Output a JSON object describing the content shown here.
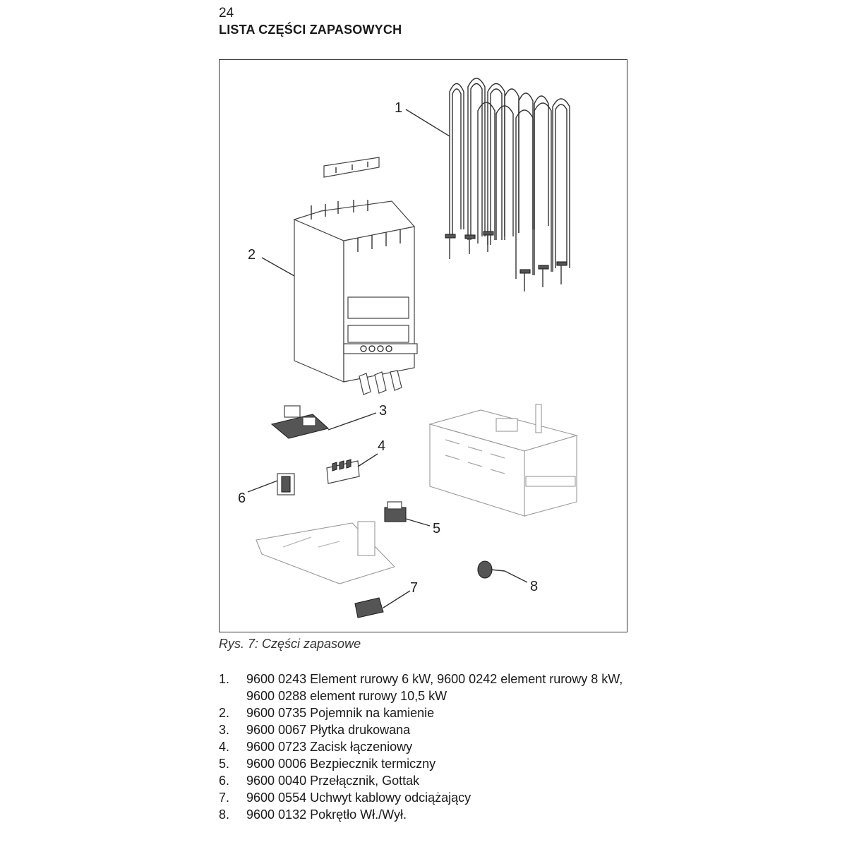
{
  "page": {
    "number": "24",
    "title": "LISTA CZĘŚCI ZAPASOWYCH"
  },
  "figure": {
    "caption": "Rys. 7: Części zapasowe",
    "callouts": [
      "1",
      "2",
      "3",
      "4",
      "5",
      "6",
      "7",
      "8"
    ]
  },
  "parts": [
    {
      "num": "1.",
      "text": "9600 0243 Element rurowy 6 kW, 9600 0242 element rurowy 8 kW, 9600 0288 element rurowy 10,5 kW"
    },
    {
      "num": "2.",
      "text": "9600 0735 Pojemnik na kamienie"
    },
    {
      "num": "3.",
      "text": "9600 0067 Płytka drukowana"
    },
    {
      "num": "4.",
      "text": "9600 0723 Zacisk łączeniowy"
    },
    {
      "num": "5.",
      "text": "9600 0006 Bezpiecznik termiczny"
    },
    {
      "num": "6.",
      "text": "9600 0040 Przełącznik, Gottak"
    },
    {
      "num": "7.",
      "text": "9600 0554 Uchwyt kablowy odciążający"
    },
    {
      "num": "8.",
      "text": "9600 0132 Pokrętło Wł./Wył."
    }
  ]
}
